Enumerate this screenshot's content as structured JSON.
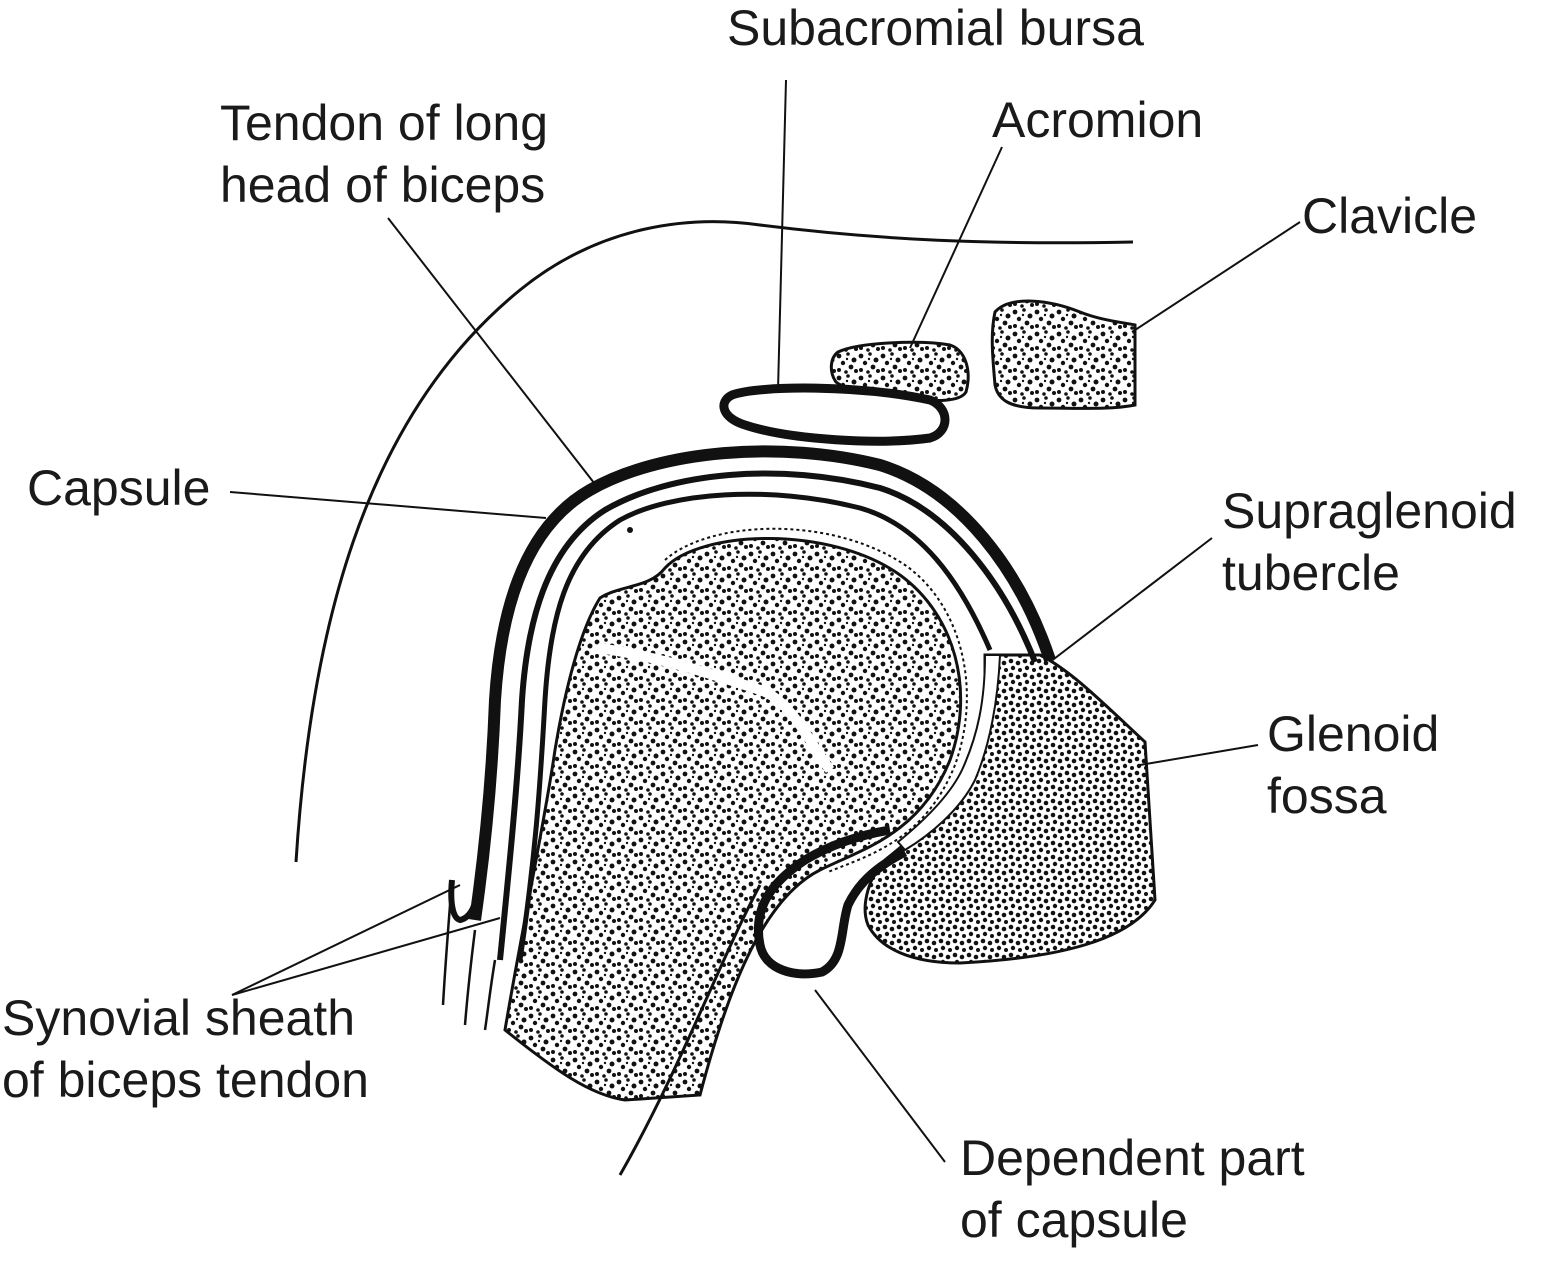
{
  "labels": {
    "subacromial_bursa": "Subacromial bursa",
    "tendon_long_head": [
      "Tendon of long",
      "head of biceps"
    ],
    "acromion": "Acromion",
    "clavicle": "Clavicle",
    "capsule": "Capsule",
    "supraglenoid_tubercle": [
      "Supraglenoid",
      "tubercle"
    ],
    "glenoid_fossa": [
      "Glenoid",
      "fossa"
    ],
    "synovial_sheath": [
      "Synovial sheath",
      "of biceps tendon"
    ],
    "dependent_part": [
      "Dependent part",
      "of capsule"
    ]
  },
  "colors": {
    "ink": "#111111",
    "bone_fill": "#ffffff",
    "background": "#ffffff"
  }
}
